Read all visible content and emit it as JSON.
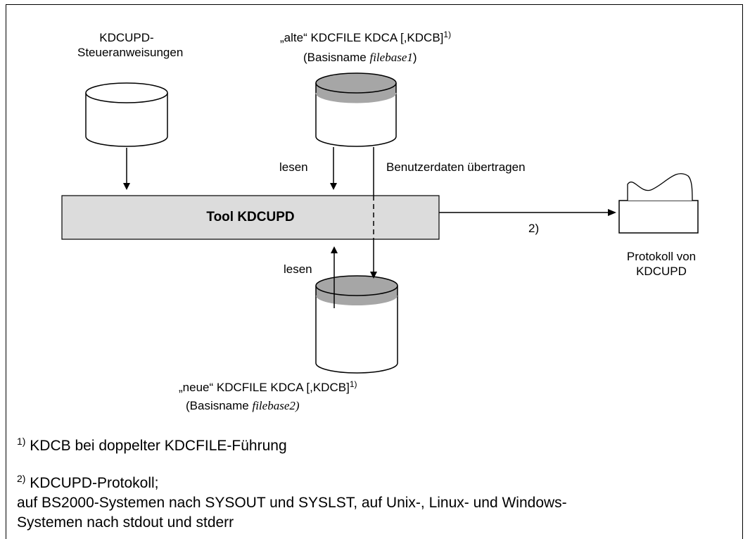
{
  "labels": {
    "input_line1": "KDCUPD-",
    "input_line2": "Steueranweisungen",
    "old_prefix": "„alte“ KDCFILE KDCA [,KDCB]",
    "old_sup": "1)",
    "old_base_open": "(Basisname ",
    "old_base_name": "filebase1",
    "old_base_close": ")",
    "new_prefix": "„neue“ KDCFILE KDCA [,KDCB]",
    "new_sup": "1)",
    "new_base_open": "(Basisname ",
    "new_base_name": "filebase2)",
    "read_top": "lesen",
    "read_bottom": "lesen",
    "transfer": "Benutzerdaten übertragen",
    "tool": "Tool KDCUPD",
    "protocol_ref": "2)",
    "protocol_line1": "Protokoll von",
    "protocol_line2": "KDCUPD"
  },
  "footnotes": {
    "fn1_mark": "1)",
    "fn1_text": " KDCB bei doppelter KDCFILE-Führung",
    "fn2_mark": "2)",
    "fn2_line1": " KDCUPD-Protokoll;",
    "fn2_line2": "auf BS2000-Systemen nach SYSOUT und SYSLST, auf Unix-, Linux- und Windows-",
    "fn2_line3": "Systemen nach stdout und stderr"
  },
  "colors": {
    "disk_top_gray": "#a6a6a6",
    "tool_fill": "#dcdcdc"
  }
}
